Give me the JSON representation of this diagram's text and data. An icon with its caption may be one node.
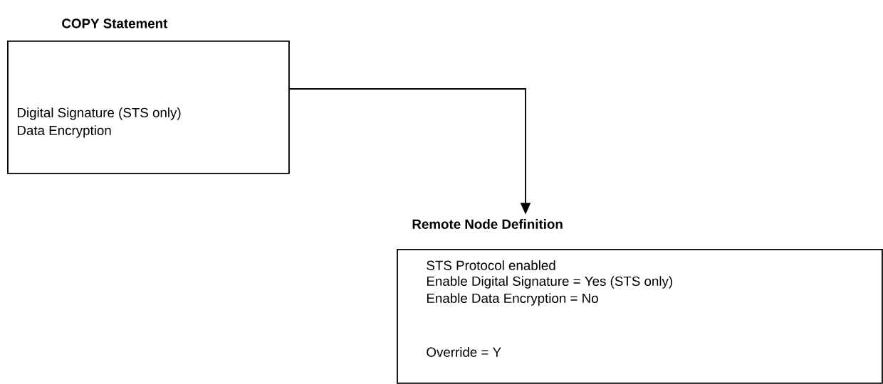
{
  "diagram": {
    "nodes": [
      {
        "text": [
          "COPY Statement",
          "Digital Signature (STS only)",
          "Data Encryption"
        ]
      },
      {
        "text": [
          "Remote Node Definition",
          "STS Protocol enabled",
          "Enable Digital Signature = Yes (STS only)",
          "Enable Data Encryption = No",
          "Override = Y"
        ]
      }
    ],
    "edges": [
      {
        "from": 0,
        "to": 1,
        "arrow": "to"
      }
    ]
  }
}
